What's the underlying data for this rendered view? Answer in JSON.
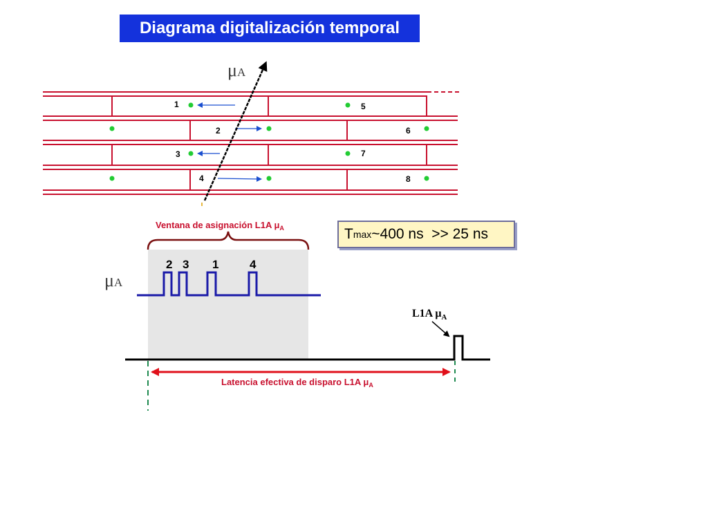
{
  "title": "Diagrama digitalización temporal",
  "muon_label": "μ",
  "muon_sub": "A",
  "cell_numbers": [
    "1",
    "2",
    "3",
    "4",
    "5",
    "6",
    "7",
    "8"
  ],
  "window": {
    "label": "Ventana de asignación L1A μ",
    "label_sub": "A"
  },
  "tmax": {
    "prefix": "T",
    "sub": "max",
    "rest": "~400 ns  >> 25 ns"
  },
  "pulses": {
    "labels": [
      "2",
      "3",
      "1",
      "4"
    ]
  },
  "l1a": {
    "label": "L1A μ",
    "label_sub": "A"
  },
  "latency": {
    "label": "Latencia efectiva de disparo L1A μ",
    "label_sub": "A"
  },
  "colors": {
    "title_bg": "#1432dc",
    "drift_walls": "#c8102e",
    "wires": "#22cc33",
    "drift_arrows": "#1a4fd0",
    "signal": "#1a1aa8",
    "window_fill": "#e6e6e6",
    "latency_arrow": "#e0101a"
  }
}
